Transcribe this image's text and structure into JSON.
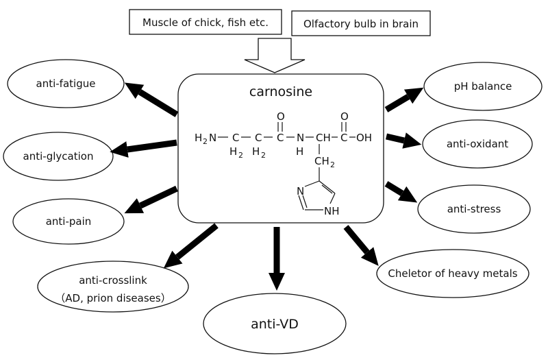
{
  "sources": {
    "muscle": "Muscle of chick, fish etc.",
    "olfactory": "Olfactory bulb in brain"
  },
  "center": {
    "title": "carnosine",
    "atoms": {
      "h2n_h": "H",
      "h2n_2": "2",
      "h2n_n": "N",
      "c1": "C",
      "c1_h": "H",
      "c1_2": "2",
      "c2": "C",
      "c2_h": "H",
      "c2_2": "2",
      "c3": "C",
      "o1": "O",
      "n_amide": "N",
      "n_amide_h": "H",
      "ch": "CH",
      "c4": "C",
      "o2": "O",
      "oh": "OH",
      "ch2_ch": "CH",
      "ch2_2": "2",
      "ring_n": "N",
      "ring_nh": "NH"
    }
  },
  "effects": {
    "fatigue": "anti-fatigue",
    "glycation": "anti-glycation",
    "pain": "anti-pain",
    "crosslink_1": "anti-crosslink",
    "crosslink_2": "（AD, prion diseases）",
    "vd": "anti-VD",
    "chelator": "Cheletor of heavy metals",
    "stress": "anti-stress",
    "oxidant": "anti-oxidant",
    "ph": "pH balance"
  }
}
